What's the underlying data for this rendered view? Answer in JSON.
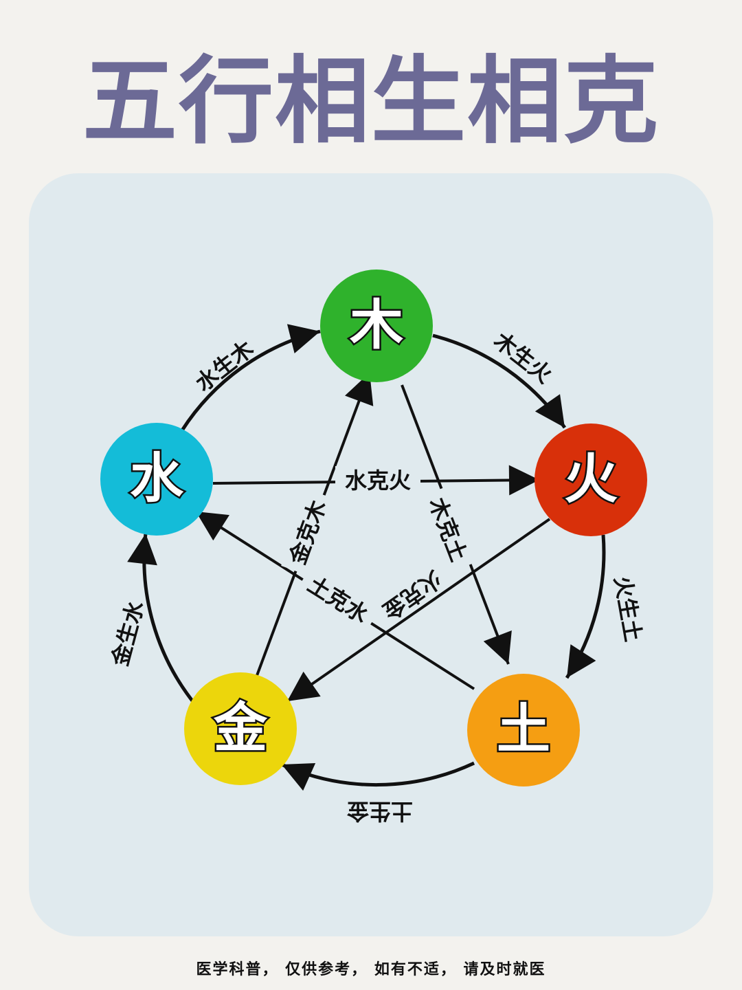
{
  "title": "五行相生相克",
  "footer": "医学科普， 仅供参考， 如有不适， 请及时就医",
  "colors": {
    "title": "#6c6a96",
    "panel": "#e0eaee",
    "wood": "#2fb22c",
    "fire": "#d8300a",
    "earth": "#f59e12",
    "metal": "#ecd60c",
    "water": "#14bcd8"
  },
  "nodes": {
    "wood": "木",
    "fire": "火",
    "earth": "土",
    "metal": "金",
    "water": "水"
  },
  "generating": {
    "water_wood": "水生木",
    "wood_fire": "木生火",
    "fire_earth": "火生土",
    "earth_metal": "土生金",
    "metal_water": "金生水"
  },
  "overcoming": {
    "water_fire": "水克火",
    "wood_earth": "木克土",
    "fire_metal": "火克金",
    "earth_water": "土克水",
    "metal_wood": "金克木"
  }
}
